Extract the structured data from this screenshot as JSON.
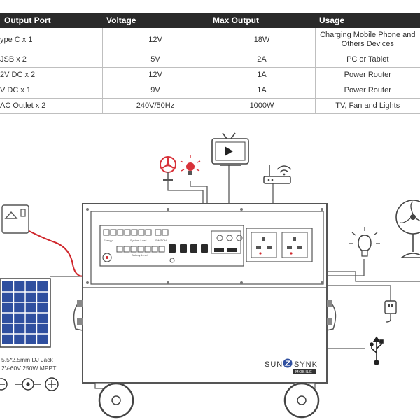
{
  "table": {
    "headers": [
      "Output Port",
      "Voltage",
      "Max Output",
      "Usage"
    ],
    "rows": [
      {
        "port": "ype C x 1",
        "voltage": "12V",
        "max": "18W",
        "usage": "Charging Mobile Phone and Others Devices"
      },
      {
        "port": "JSB x 2",
        "voltage": "5V",
        "max": "2A",
        "usage": "PC or Tablet"
      },
      {
        "port": "2V DC x 2",
        "voltage": "12V",
        "max": "1A",
        "usage": "Power Router"
      },
      {
        "port": "V DC x 1",
        "voltage": "9V",
        "max": "1A",
        "usage": "Power Router"
      },
      {
        "port": "AC Outlet x 2",
        "voltage": "240V/50Hz",
        "max": "1000W",
        "usage": "TV, Fan and Lights"
      }
    ]
  },
  "diagram": {
    "solar_label_line1": "5.5*2.5mm DJ Jack",
    "solar_label_line2": "2V-60V 250W MPPT",
    "brand_left": "SUN",
    "brand_right": "SYNK",
    "brand_sub": "MOBILE",
    "panel_label_a": "System Load",
    "panel_label_b": "Battery Level",
    "panel_label_c": "SWITCH",
    "panel_label_d": "Energy"
  },
  "colors": {
    "line": "#5a5a5a",
    "red_cable": "#d0282d",
    "fan_red": "#d8323a",
    "panel_blue": "#2f4f9f"
  }
}
